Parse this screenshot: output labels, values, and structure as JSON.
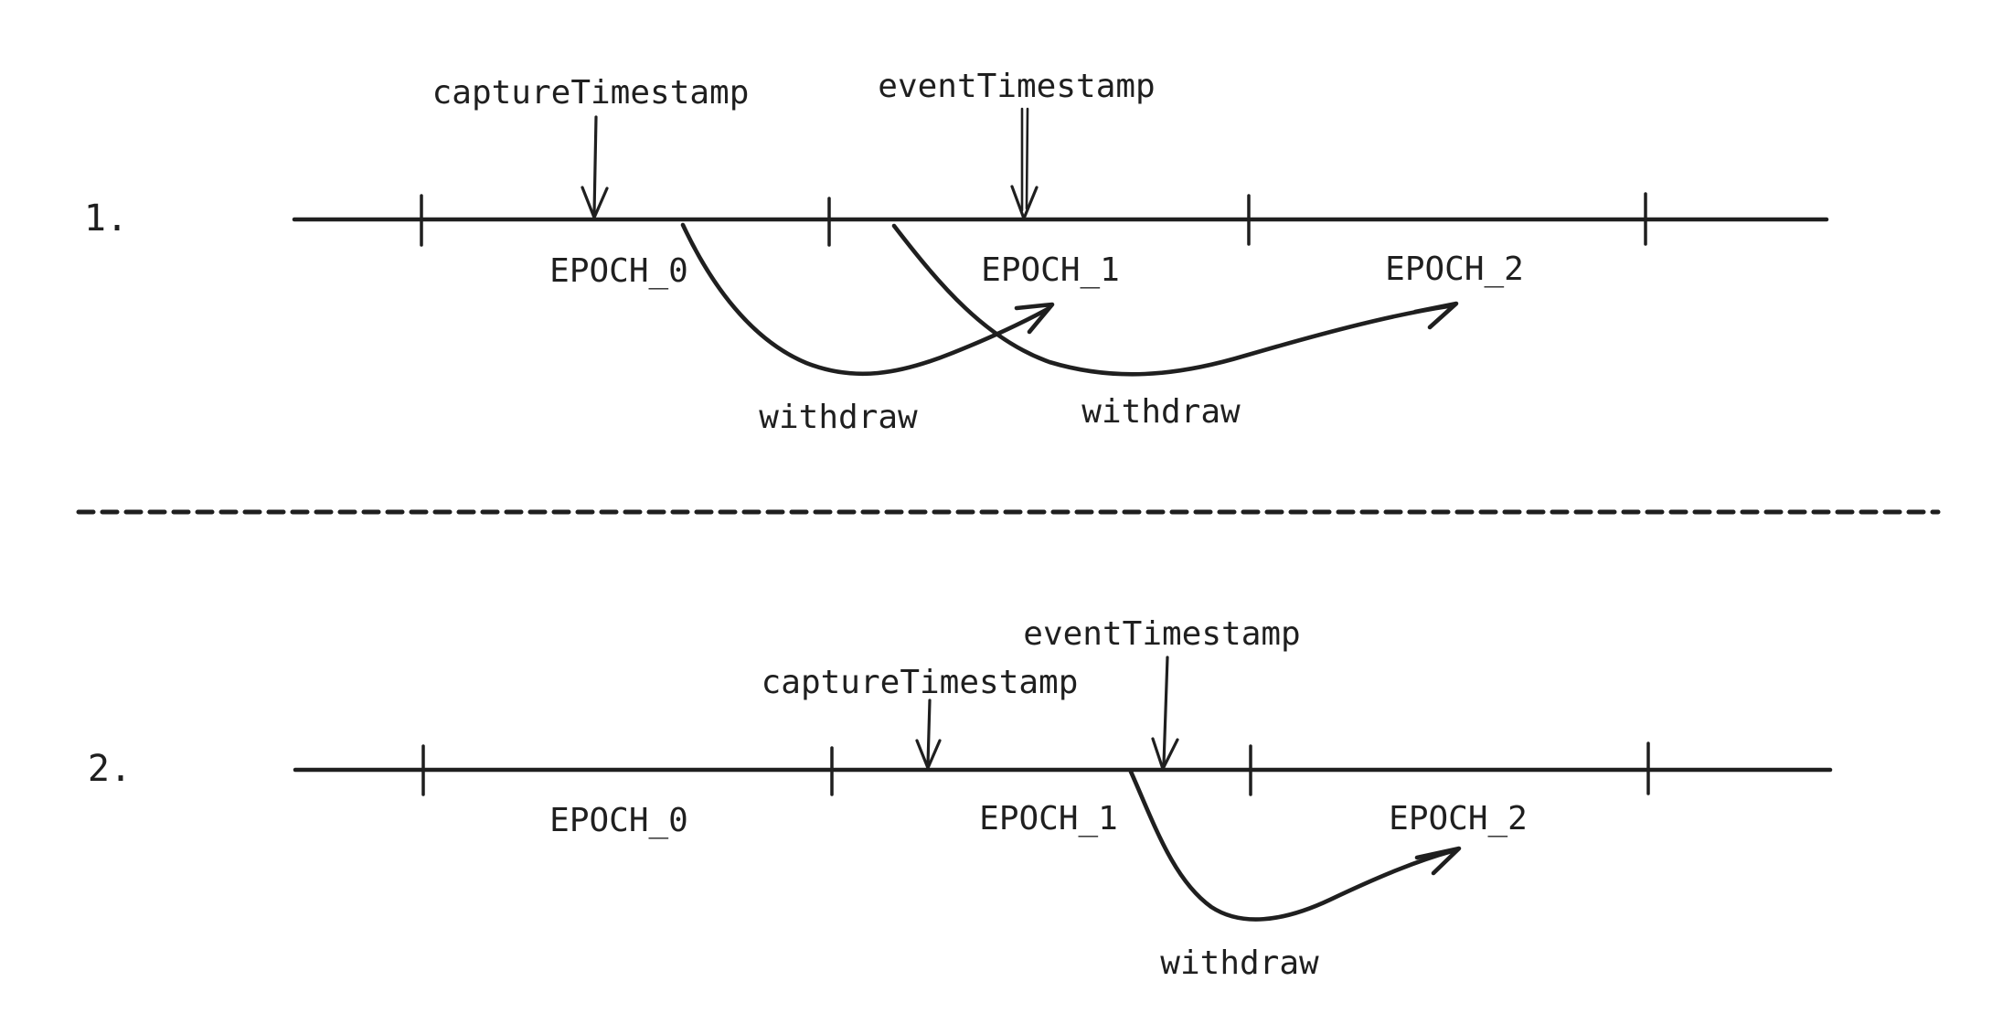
{
  "colors": {
    "ink": "#1f1f1f",
    "background": "#ffffff"
  },
  "diagram1": {
    "index_label": "1.",
    "capture_label": "captureTimestamp",
    "event_label": "eventTimestamp",
    "epochs": [
      "EPOCH_0",
      "EPOCH_1",
      "EPOCH_2"
    ],
    "withdraw_labels": [
      "withdraw",
      "withdraw"
    ]
  },
  "diagram2": {
    "index_label": "2.",
    "capture_label": "captureTimestamp",
    "event_label": "eventTimestamp",
    "epochs": [
      "EPOCH_0",
      "EPOCH_1",
      "EPOCH_2"
    ],
    "withdraw_labels": [
      "withdraw"
    ]
  }
}
